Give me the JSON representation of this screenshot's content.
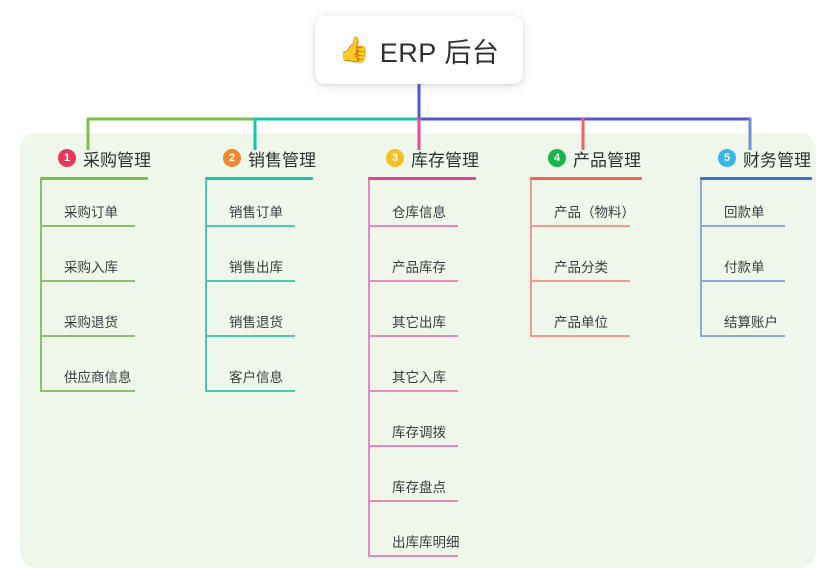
{
  "diagram": {
    "type": "mind-map",
    "root": {
      "icon": "thumbs-up-icon",
      "emoji": "👍",
      "title": "ERP 后台"
    },
    "panel_color": "#eef7e9",
    "connector_segments": [
      {
        "name": "segment-green",
        "color": "#7cbf4e"
      },
      {
        "name": "segment-teal",
        "color": "#17c5ae"
      },
      {
        "name": "segment-indigo",
        "color": "#4f59cf"
      }
    ],
    "columns": [
      {
        "index": "1",
        "title": "采购管理",
        "badge_color": "#e8385a",
        "rule_color": "#7cbf4e",
        "stem_color": "#7cbf4e",
        "leaf_color": "#8cc06a",
        "leaves": [
          "采购订单",
          "采购入库",
          "采购退货",
          "供应商信息"
        ]
      },
      {
        "index": "2",
        "title": "销售管理",
        "badge_color": "#f4872c",
        "rule_color": "#17c5ae",
        "stem_color": "#17c5ae",
        "leaf_color": "#49c9b9",
        "leaves": [
          "销售订单",
          "销售出库",
          "销售退货",
          "客户信息"
        ]
      },
      {
        "index": "3",
        "title": "库存管理",
        "badge_color": "#f5c020",
        "rule_color": "#e2439b",
        "stem_color": "#ec4899",
        "leaf_color": "#e887bd",
        "leaves": [
          "仓库信息",
          "产品库存",
          "其它出库",
          "其它入库",
          "库存调拨",
          "库存盘点",
          "出库库明细"
        ]
      },
      {
        "index": "4",
        "title": "产品管理",
        "badge_color": "#17b84a",
        "rule_color": "#f2625f",
        "stem_color": "#f2625f",
        "leaf_color": "#f39a92",
        "leaves": [
          "产品（物料）",
          "产品分类",
          "产品单位"
        ]
      },
      {
        "index": "5",
        "title": "财务管理",
        "badge_color": "#38b6ea",
        "rule_color": "#3f6fd0",
        "stem_color": "#6f8fd8",
        "leaf_color": "#8fa8dd",
        "leaves": [
          "回款单",
          "付款单",
          "结算账户"
        ]
      }
    ]
  }
}
